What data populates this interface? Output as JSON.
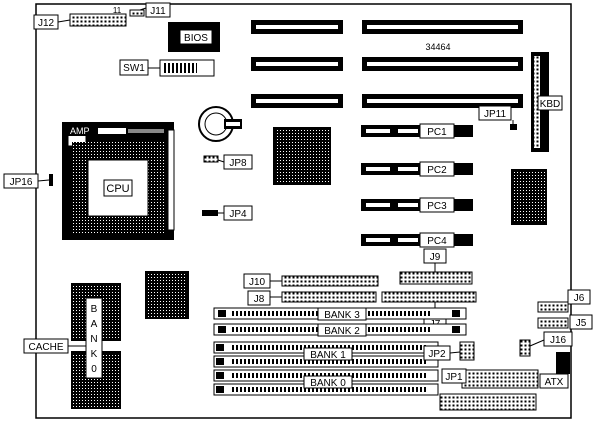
{
  "labels": {
    "j12": "J12",
    "eleven": "11",
    "j11": "J11",
    "bios": "BIOS",
    "sw1": "SW1",
    "board_id": "34464",
    "amp": "AMP",
    "cpu": "CPU",
    "jp8": "JP8",
    "jp4": "JP4",
    "jp16": "JP16",
    "jp11": "JP11",
    "kbd": "KBD",
    "pc1": "PC1",
    "pc2": "PC2",
    "pc3": "PC3",
    "pc4": "PC4",
    "j9": "J9",
    "j10": "J10",
    "j8": "J8",
    "j7": "J7",
    "bank3": "BANK 3",
    "bank2": "BANK 2",
    "bank1": "BANK 1",
    "bank0": "BANK 0",
    "jp2": "JP2",
    "jp1": "JP1",
    "atx": "ATX",
    "j16": "J16",
    "j6": "J6",
    "j5": "J5",
    "cache": "CACHE",
    "cache_bank": [
      "B",
      "A",
      "N",
      "K",
      "0"
    ]
  }
}
